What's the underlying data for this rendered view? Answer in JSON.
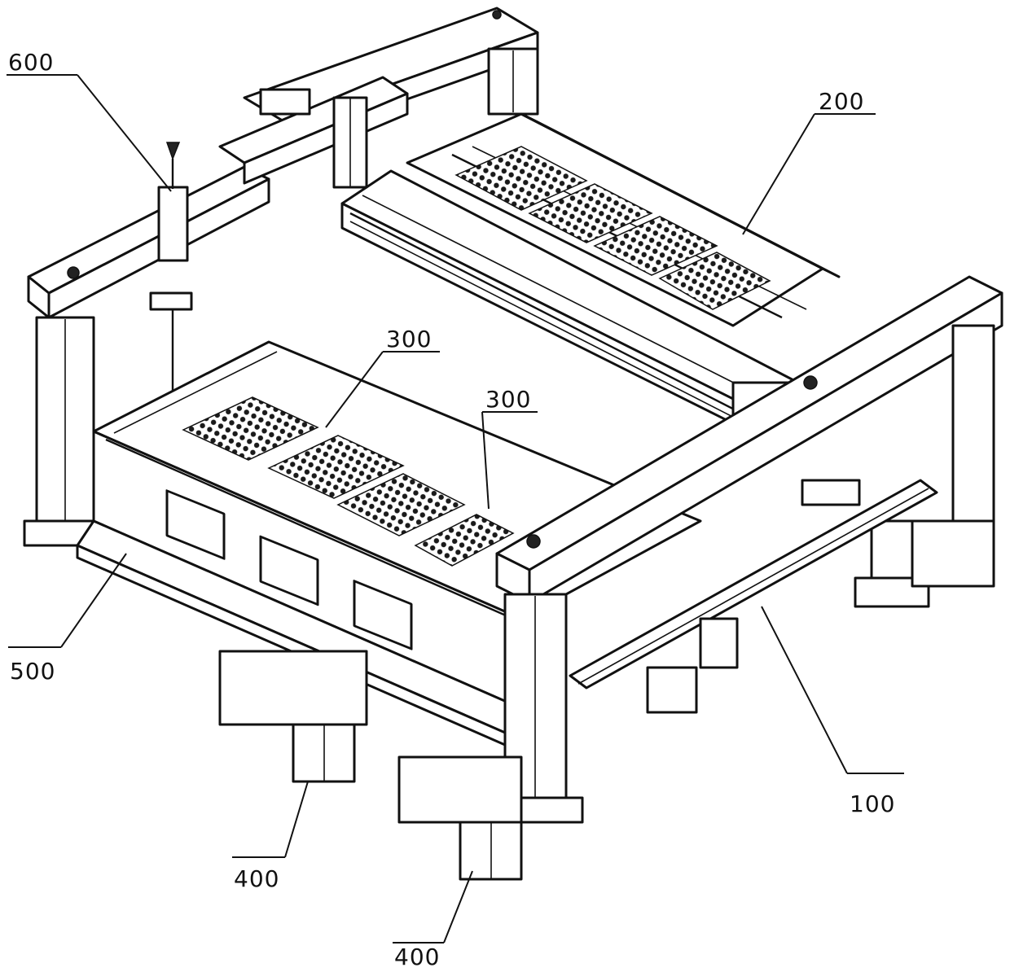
{
  "labels": {
    "l600": "600",
    "l200": "200",
    "l300a": "300",
    "l300b": "300",
    "l500": "500",
    "l100": "100",
    "l400a": "400",
    "l400b": "400"
  },
  "hatch_color": "#111111"
}
